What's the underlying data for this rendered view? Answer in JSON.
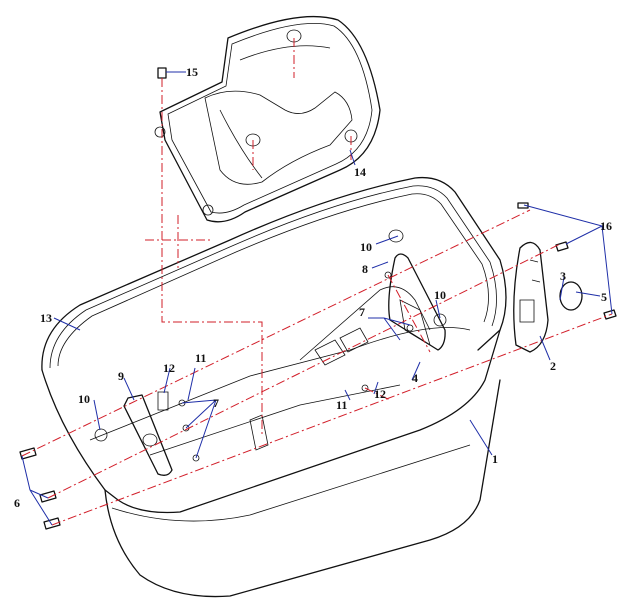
{
  "colors": {
    "outline": "#111111",
    "centerline": "#d21f2a",
    "leader": "#1f2fa8",
    "background": "#ffffff"
  },
  "callouts": {
    "c1": "1",
    "c2": "2",
    "c3": "3",
    "c4": "4",
    "c5": "5",
    "c6": "6",
    "c7a": "7",
    "c7b": "7",
    "c8": "8",
    "c9": "9",
    "c10a": "10",
    "c10b": "10",
    "c10c": "10",
    "c11a": "11",
    "c11b": "11",
    "c12a": "12",
    "c12b": "12",
    "c13": "13",
    "c14": "14",
    "c15": "15",
    "c16": "16"
  }
}
